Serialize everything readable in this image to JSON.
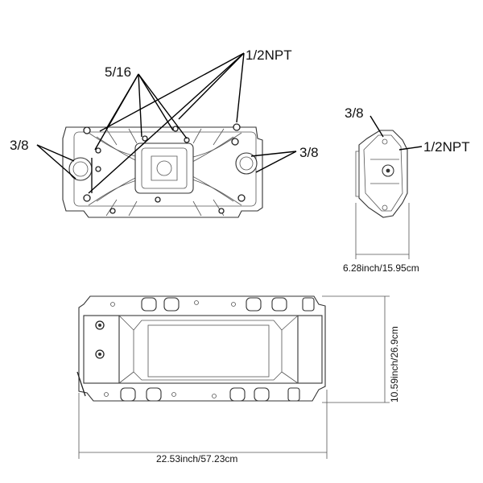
{
  "callouts": {
    "npt_top": "1/2NPT",
    "sixteenth": "5/16",
    "left_38": "3/8",
    "right_38": "3/8",
    "side_38": "3/8",
    "side_npt": "1/2NPT"
  },
  "dimensions": {
    "height_side": "6.28inch/15.95cm",
    "width_plan": "10.59inch/26.9cm",
    "length_plan": "22.53inch/57.23cm"
  }
}
